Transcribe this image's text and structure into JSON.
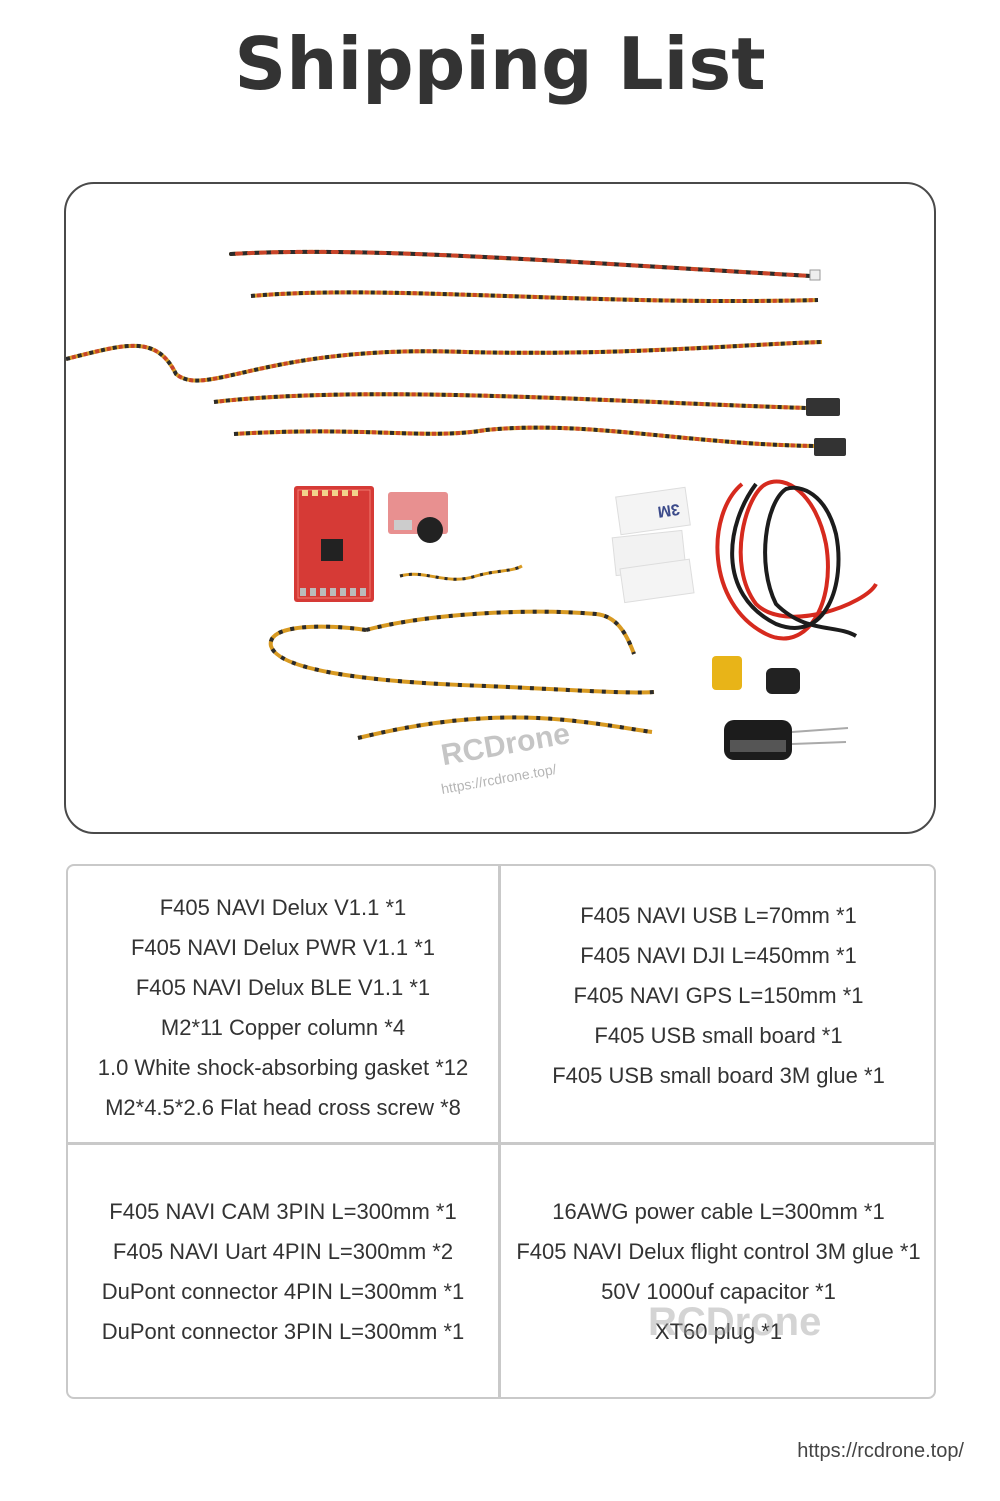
{
  "title": "Shipping List",
  "photo": {
    "watermark_brand": "RCDrone",
    "watermark_url": "https://rcdrone.top/"
  },
  "table": {
    "cells": [
      {
        "id": "top-left",
        "lines": [
          "F405 NAVI Delux V1.1 *1",
          "F405 NAVI Delux PWR V1.1 *1",
          "F405 NAVI Delux BLE V1.1 *1",
          "M2*11 Copper column *4",
          "1.0 White shock-absorbing gasket *12",
          "M2*4.5*2.6 Flat head cross screw *8"
        ]
      },
      {
        "id": "top-right",
        "lines": [
          "F405 NAVI USB L=70mm *1",
          "F405 NAVI DJI L=450mm *1",
          "F405 NAVI GPS L=150mm *1",
          "F405 USB small board *1",
          "F405 USB small board 3M glue *1"
        ]
      },
      {
        "id": "bottom-left",
        "lines": [
          "F405 NAVI CAM 3PIN L=300mm *1",
          "F405 NAVI Uart 4PIN L=300mm *2",
          "DuPont connector 4PIN L=300mm *1",
          "DuPont connector 3PIN L=300mm *1"
        ]
      },
      {
        "id": "bottom-right",
        "lines": [
          "16AWG power cable L=300mm *1",
          "F405 NAVI Delux flight control 3M glue *1",
          "50V 1000uf capacitor *1",
          "XT60 plug *1"
        ]
      }
    ],
    "watermark": "RCDrone"
  },
  "footer_url": "https://rcdrone.top/"
}
